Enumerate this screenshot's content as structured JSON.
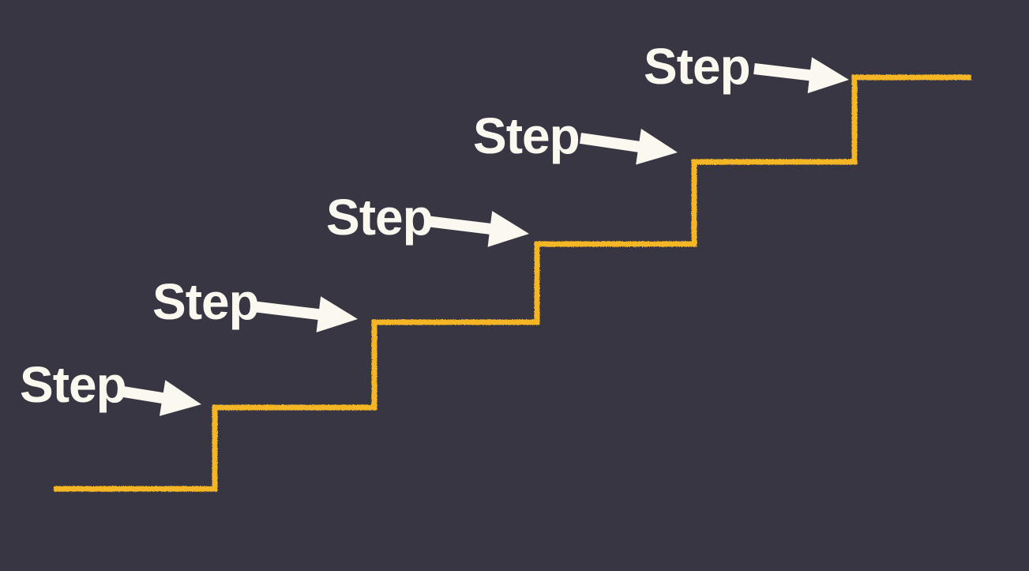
{
  "diagram": {
    "type": "staircase",
    "background_color": "#383642",
    "line_color": "#F5B627",
    "text_color": "#FBF8F0",
    "steps": [
      {
        "label": "Step"
      },
      {
        "label": "Step"
      },
      {
        "label": "Step"
      },
      {
        "label": "Step"
      },
      {
        "label": "Step"
      }
    ]
  }
}
